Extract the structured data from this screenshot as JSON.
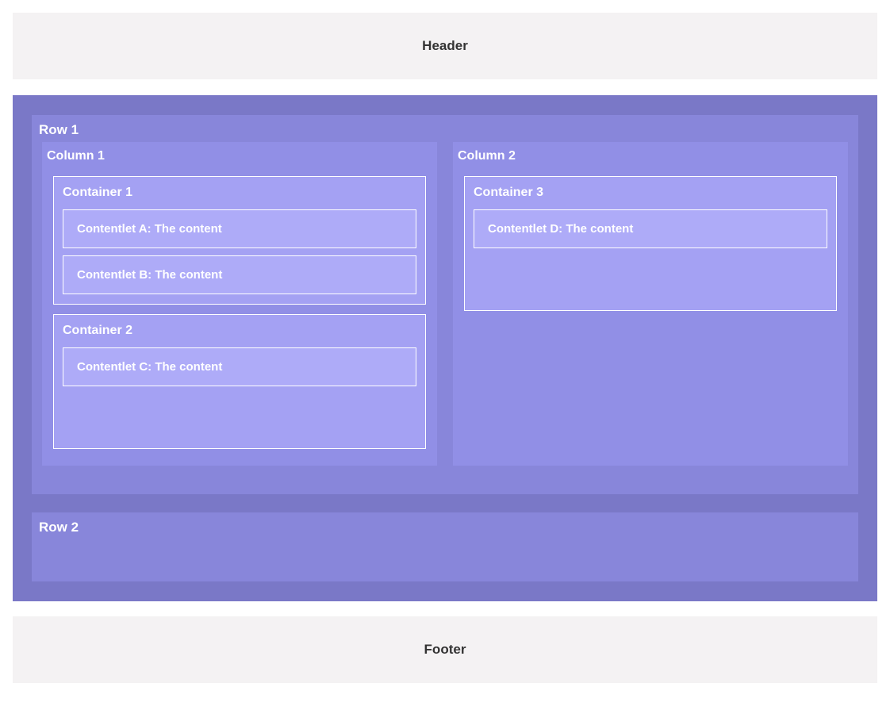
{
  "header": {
    "label": "Header"
  },
  "footer": {
    "label": "Footer"
  },
  "layout": {
    "rows": [
      {
        "label": "Row 1",
        "columns": [
          {
            "label": "Column 1",
            "containers": [
              {
                "label": "Container 1",
                "contentlets": [
                  "Contentlet A: The content",
                  "Contentlet B: The content"
                ]
              },
              {
                "label": "Container 2",
                "contentlets": [
                  "Contentlet C: The content"
                ]
              }
            ]
          },
          {
            "label": "Column 2",
            "containers": [
              {
                "label": "Container 3",
                "contentlets": [
                  "Contentlet D: The content"
                ]
              }
            ]
          }
        ]
      },
      {
        "label": "Row 2",
        "columns": []
      }
    ]
  },
  "colors": {
    "page_background": "#ffffff",
    "band_background": "#f4f2f3",
    "band_text": "#333333",
    "section_background": "#7a78c7",
    "row_background": "#8886da",
    "column_background": "#918fe6",
    "container_background": "#a4a1f3",
    "contentlet_background": "#aeabf8",
    "purple_text": "#ffffff",
    "border": "#ffffff"
  }
}
